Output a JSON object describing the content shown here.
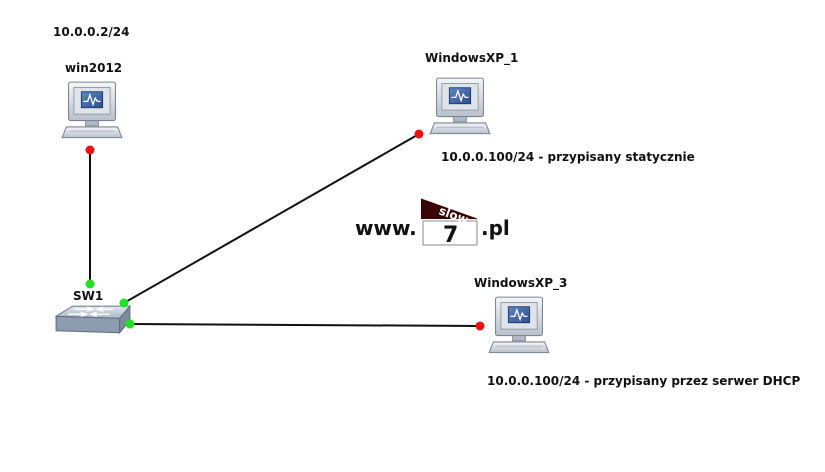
{
  "colors": {
    "link": "#111111",
    "port_up": "#22e022",
    "port_down": "#ee1111",
    "logo_dark": "#3a0505"
  },
  "nodes": {
    "win2012": {
      "name": "win2012",
      "ip": "10.0.0.2/24",
      "icon": "computer-icon"
    },
    "xp1": {
      "name": "WindowsXP_1",
      "note": "10.0.0.100/24 - przypisany statycznie",
      "icon": "computer-icon"
    },
    "xp3": {
      "name": "WindowsXP_3",
      "note": "10.0.0.100/24 - przypisany przez serwer DHCP",
      "icon": "computer-icon"
    },
    "sw1": {
      "name": "SW1",
      "icon": "switch-icon"
    }
  },
  "links": [
    {
      "name": "link-sw1-win2012",
      "from_status": "up",
      "to_status": "down"
    },
    {
      "name": "link-sw1-windowsxp1",
      "from_status": "up",
      "to_status": "down"
    },
    {
      "name": "link-sw1-windowsxp3",
      "from_status": "up",
      "to_status": "down"
    }
  ],
  "logo": {
    "prefix": "www.",
    "badge_top": "slow",
    "badge_bottom": "7",
    "suffix": ".pl"
  }
}
